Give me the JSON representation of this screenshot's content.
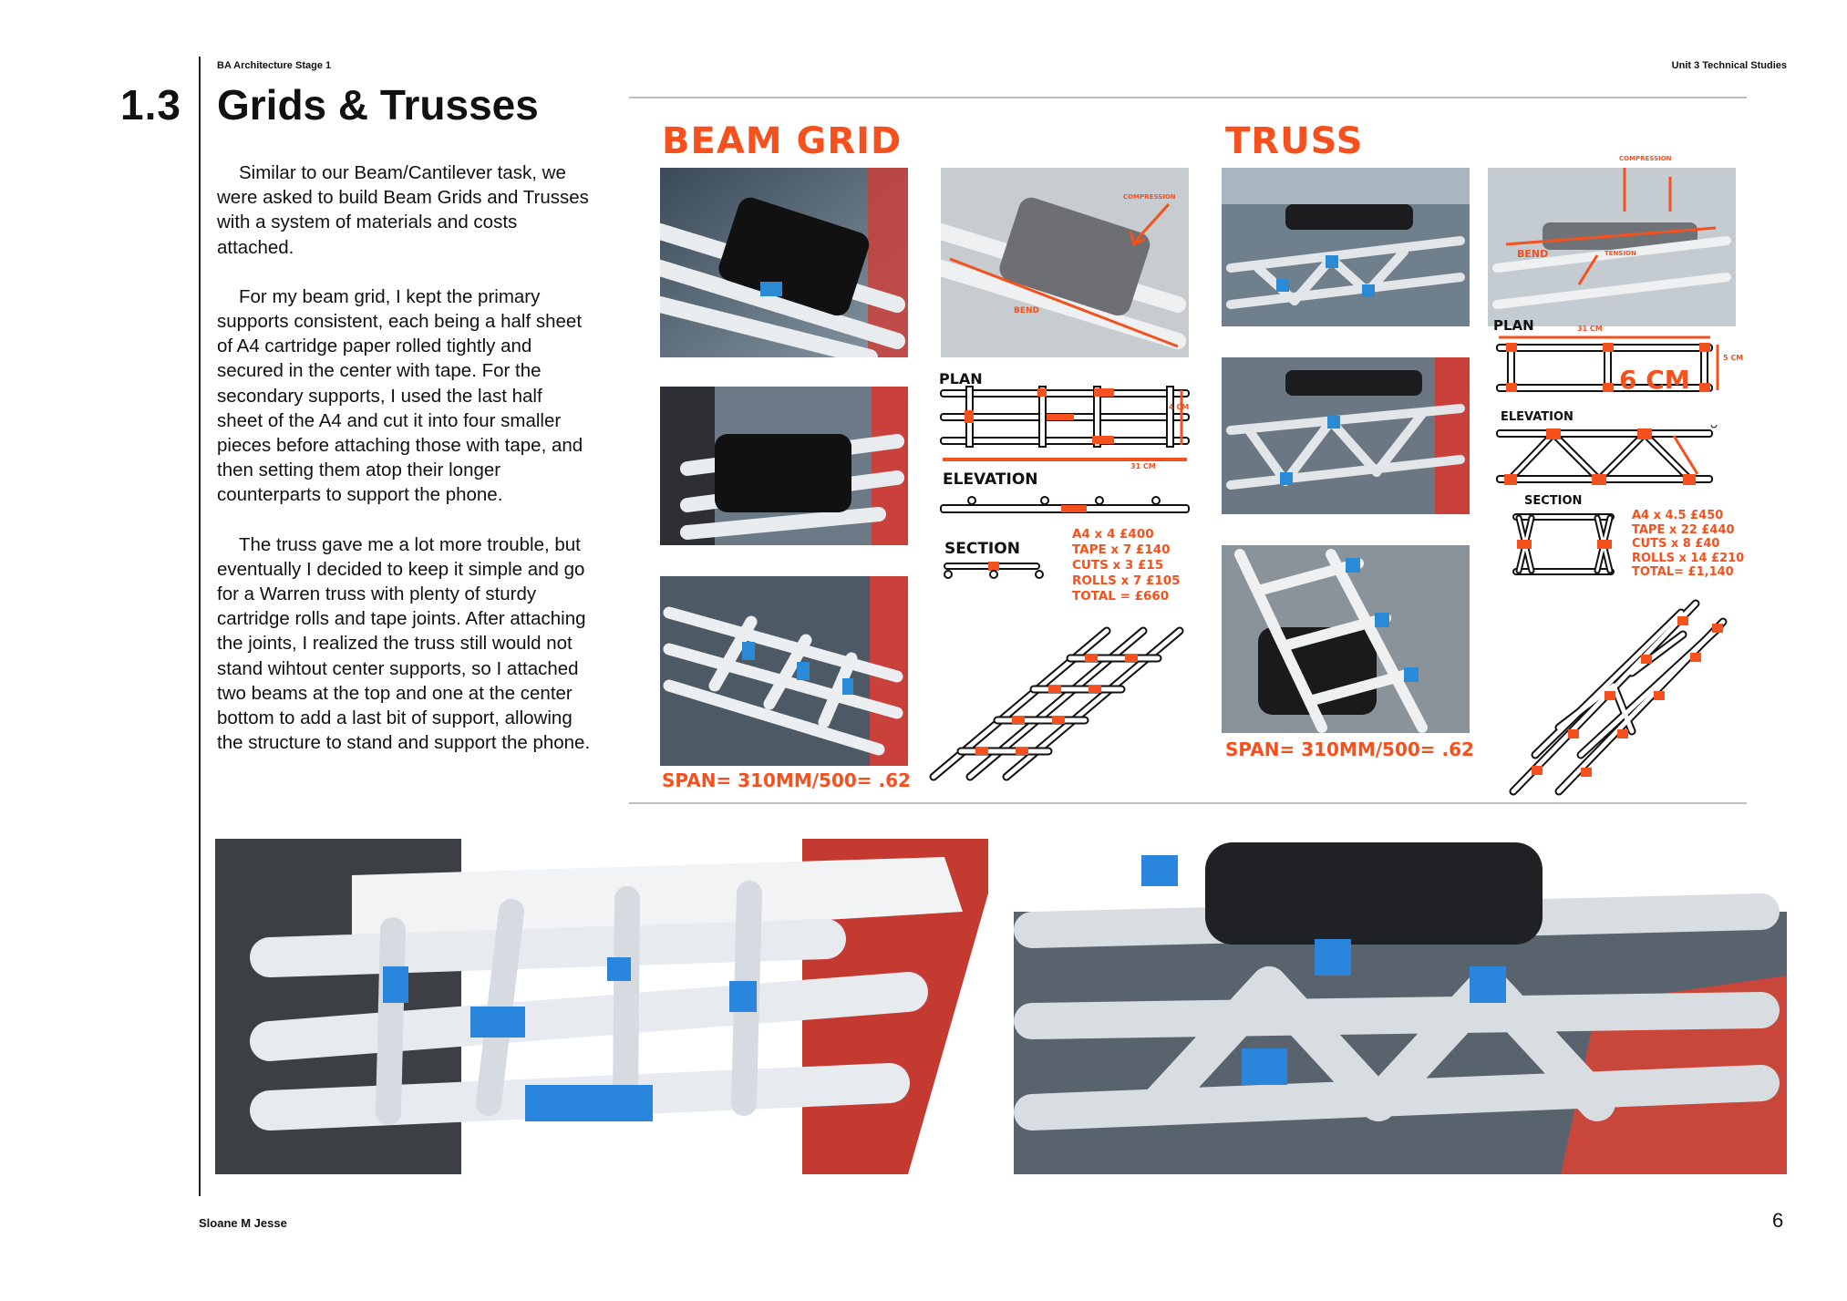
{
  "header": {
    "course": "BA Architecture Stage 1",
    "unit": "Unit 3 Technical Studies"
  },
  "section": {
    "number": "1.3",
    "title": "Grids & Trusses"
  },
  "body": {
    "paragraphs": [
      "Similar to our Beam/Cantilever task, we were asked to build Beam Grids and Trusses with a system of materials and costs attached.",
      "For my beam grid, I kept the primary supports consistent, each being a half sheet of A4 cartridge paper rolled tightly and secured in the center with tape. For the secondary supports, I used the last half sheet of the A4 and cut it into four smaller pieces before attaching those with tape, and then setting them atop their longer counterparts to support the phone.",
      "The truss gave me a lot more trouble, but eventually I decided to keep it simple and go for a Warren truss with plenty of sturdy cartridge rolls and tape joints. After attaching the joints, I realized the truss still would not stand wihtout center supports, so I attached two beams at the top and one at the center bottom to add a last bit of support, allowing the structure to stand and support the phone."
    ]
  },
  "beam_grid": {
    "title": "BEAM GRID",
    "annotations": {
      "compression": "COMPRESSION",
      "bend": "BEND"
    },
    "plan_label": "PLAN",
    "plan_dims": {
      "height": "4 CM",
      "width": "31 CM"
    },
    "elevation_label": "ELEVATION",
    "section_label": "SECTION",
    "costs": [
      "A4 x 4 £400",
      "TAPE x 7 £140",
      "CUTS x 3 £15",
      "ROLLS x 7 £105",
      "TOTAL = £660"
    ],
    "span": "SPAN= 310MM/500= .62"
  },
  "truss": {
    "title": "TRUSS",
    "annotations": {
      "compression": "COMPRESSION",
      "bend": "BEND",
      "tension": "TENSION"
    },
    "plan_label": "PLAN",
    "plan_dims": {
      "width": "31 CM",
      "height": "5 CM",
      "big": "6 CM"
    },
    "elevation_label": "ELEVATION",
    "section_label": "SECTION",
    "costs": [
      "A4 x 4.5 £450",
      "TAPE x 22 £440",
      "CUTS x 8 £40",
      "ROLLS x 14 £210",
      "TOTAL= £1,140"
    ],
    "span": "SPAN= 310MM/500= .62"
  },
  "footer": {
    "author": "Sloane M Jesse",
    "page": "6"
  },
  "colors": {
    "accent": "#f4511e",
    "tape": "#2b8ad6",
    "ink": "#111111"
  }
}
